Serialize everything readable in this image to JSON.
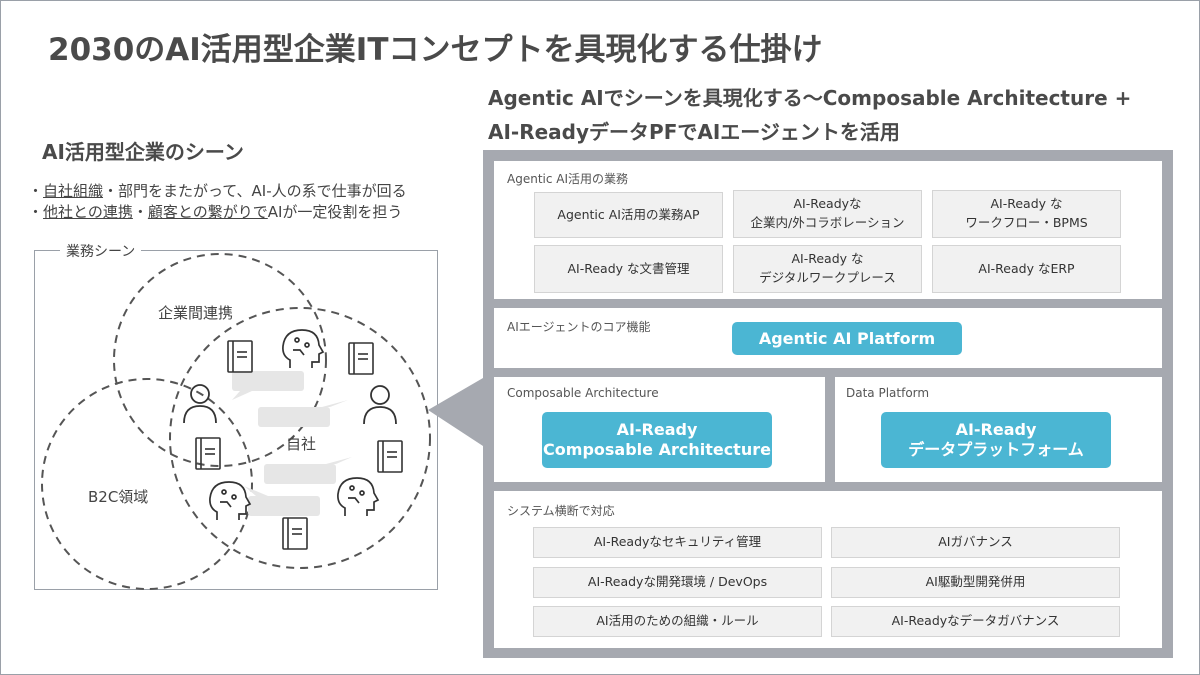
{
  "page_title": "2030のAI活用型企業ITコンセプトを具現化する仕掛け",
  "right_heading_line1": "Agentic AIでシーンを具現化する〜Composable Architecture +",
  "right_heading_line2": "AI-ReadyデータPFでAIエージェントを活用",
  "left_heading": "AI活用型企業のシーン",
  "bullets": [
    {
      "prefix": "・",
      "underlined": "自社組織",
      "rest": "・部門をまたがって、AI-人の系で仕事が回る"
    },
    {
      "prefix": "・",
      "underlined": "他社との連携",
      "mid": "・",
      "underlined2": "顧客との繋がりで",
      "rest": "AIが一定役割を担う"
    }
  ],
  "scene_label": "業務シーン",
  "circles": {
    "inter_company": "企業間連携",
    "b2c": "B2C領域",
    "own_company": "自社"
  },
  "icons": [
    "document-icon",
    "ai-head-icon",
    "person-icon",
    "speech-bubble-icon"
  ],
  "panels": {
    "business": {
      "label": "Agentic AI活用の業務",
      "cells": [
        "Agentic AI活用の業務AP",
        "AI-Readyな\n企業内/外コラボレーション",
        "AI-Ready な\nワークフロー・BPMS",
        "AI-Ready な文書管理",
        "AI-Ready な\nデジタルワークプレース",
        "AI-Ready なERP"
      ]
    },
    "core": {
      "label": "AIエージェントのコア機能",
      "button": "Agentic AI Platform"
    },
    "composable": {
      "label": "Composable Architecture",
      "button": "AI-Ready\nComposable Architecture"
    },
    "data_platform": {
      "label": "Data Platform",
      "button": "AI-Ready\nデータプラットフォーム"
    },
    "system": {
      "label": "システム横断で対応",
      "cells": [
        "AI-Readyなセキュリティ管理",
        "AIガバナンス",
        "AI-Readyな開発環境 / DevOps",
        "AI駆動型開発併用",
        "AI活用のための組織・ルール",
        "AI-Readyなデータガバナンス"
      ]
    }
  },
  "colors": {
    "accent": "#4bb6d3",
    "frame": "#a6a9b0",
    "cell_bg": "#f1f1f1",
    "text": "#4a4a4a"
  }
}
